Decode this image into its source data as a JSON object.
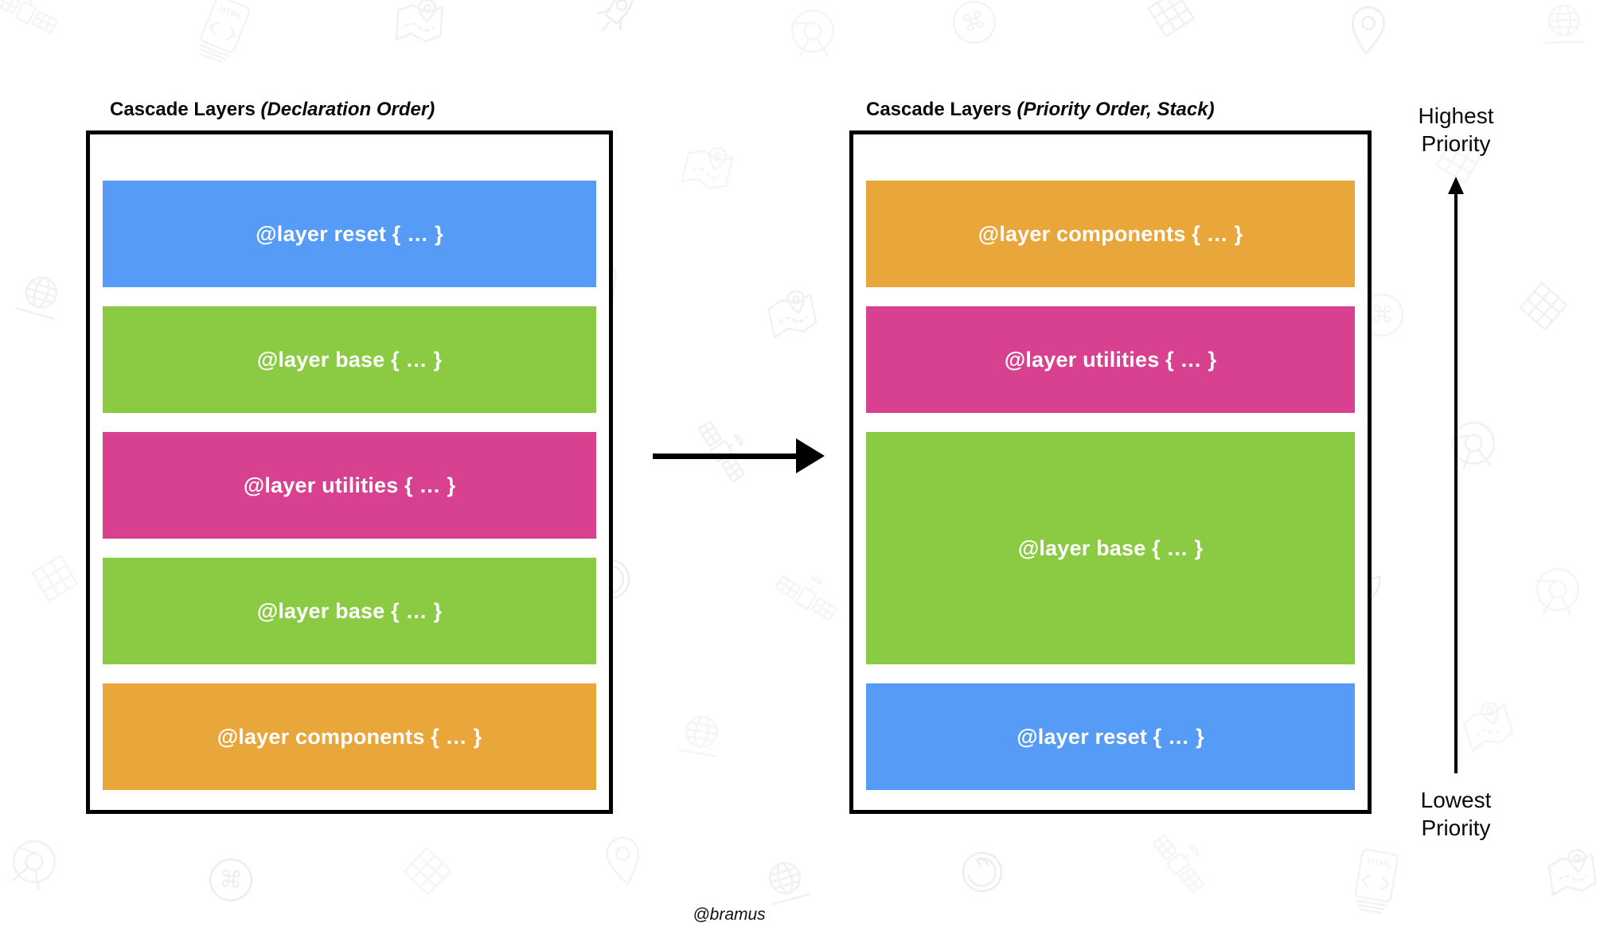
{
  "colors": {
    "blue": "#569BF5",
    "green": "#8BCB44",
    "pink": "#D8418F",
    "orange": "#E9A63B",
    "outline": "#000000",
    "bar_text": "#FFFFFF",
    "watermark": "#EBEBEB"
  },
  "left_panel": {
    "title": "Cascade Layers",
    "subtitle": "(Declaration Order)",
    "layers": [
      {
        "label": "@layer reset { … }",
        "color": "blue"
      },
      {
        "label": "@layer base { … }",
        "color": "green"
      },
      {
        "label": "@layer utilities { … }",
        "color": "pink"
      },
      {
        "label": "@layer base { … }",
        "color": "green"
      },
      {
        "label": "@layer components { … }",
        "color": "orange"
      }
    ]
  },
  "right_panel": {
    "title": "Cascade Layers",
    "subtitle": "(Priority Order, Stack)",
    "layers": [
      {
        "label": "@layer components { … }",
        "color": "orange"
      },
      {
        "label": "@layer utilities { … }",
        "color": "pink"
      },
      {
        "label": "@layer base { … }",
        "color": "green"
      },
      {
        "label": "@layer reset { … }",
        "color": "blue"
      }
    ]
  },
  "priority_axis": {
    "top_label": "Highest Priority",
    "bottom_label": "Lowest Priority"
  },
  "credit": "@bramus",
  "watermark_icons": [
    "satellite-icon",
    "html-file-icon",
    "map-icon",
    "rocket-icon",
    "chrome-icon",
    "command-circle-icon",
    "grid-diamond-icon",
    "location-pin-icon",
    "globe-icon",
    "swirl-browser-icon"
  ]
}
